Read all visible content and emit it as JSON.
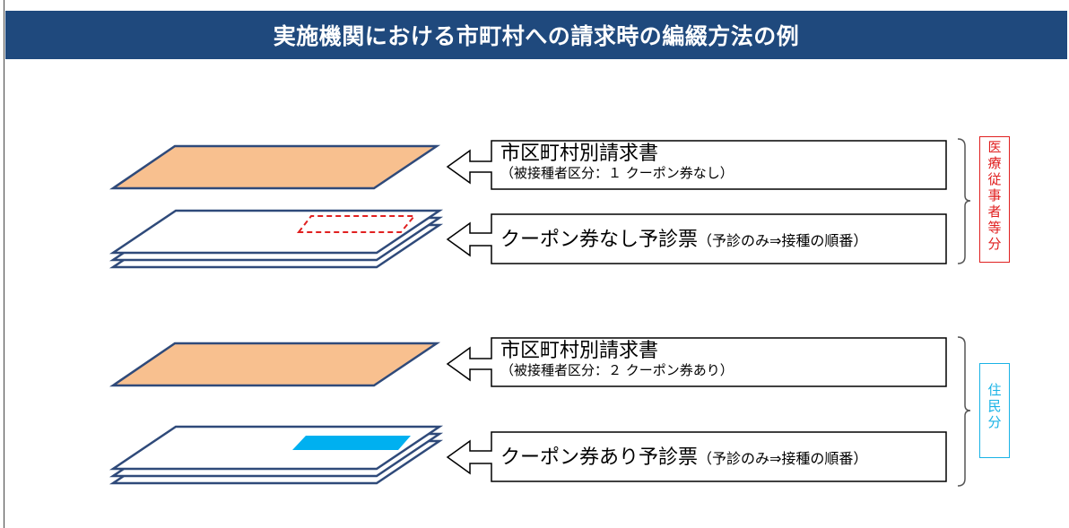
{
  "header": {
    "title": "実施機関における市町村への請求時の編綴方法の例"
  },
  "group_medical": {
    "invoice": {
      "title": "市区町村別請求書",
      "note": "（被接種者区分：１ クーポン券なし）"
    },
    "forms": {
      "title": "クーポン券なし予診票",
      "note": "（予診のみ⇒接種の順番）"
    },
    "category_chars": [
      "医",
      "療",
      "従",
      "事",
      "者",
      "等",
      "分"
    ]
  },
  "group_resident": {
    "invoice": {
      "title": "市区町村別請求書",
      "note": "（被接種者区分：２ クーポン券あり）"
    },
    "forms": {
      "title": "クーポン券あり予診票",
      "note": "（予診のみ⇒接種の順番）"
    },
    "category_chars": [
      "住",
      "民",
      "分"
    ]
  },
  "colors": {
    "header_bg": "#1f497d",
    "invoice_fill": "#f8c08f",
    "coupon_fill": "#00b0f0",
    "placeholder_dash": "#e02020",
    "stack_stroke": "#2f4a7a",
    "medical_tag": "#e02020",
    "resident_tag": "#19b3e6"
  }
}
